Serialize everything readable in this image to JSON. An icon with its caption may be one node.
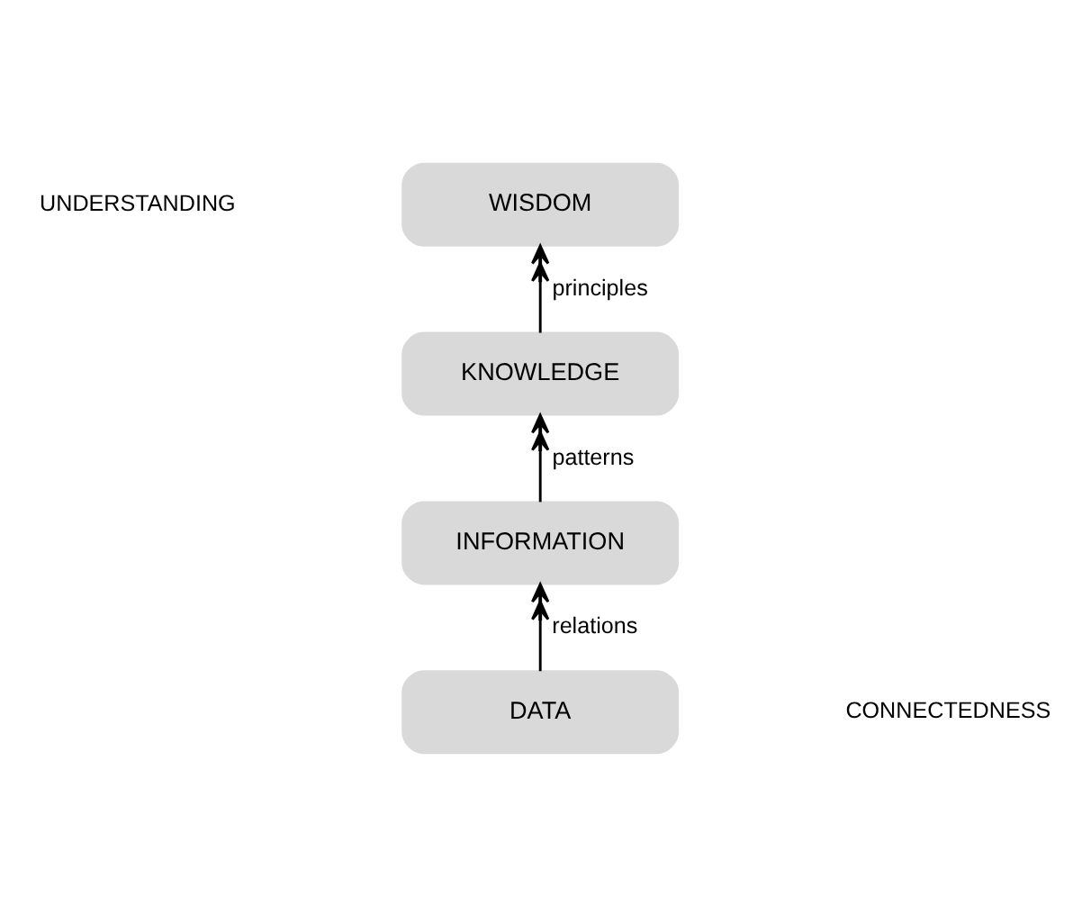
{
  "diagram": {
    "nodes": [
      {
        "text": [
          "DATA"
        ]
      },
      {
        "text": [
          "INFORMATION"
        ]
      },
      {
        "text": [
          "KNOWLEDGE"
        ]
      },
      {
        "text": [
          "WISDOM"
        ]
      }
    ],
    "edges": [
      {
        "from": 0,
        "to": 1,
        "arrow": "to",
        "label": "relations"
      },
      {
        "from": 1,
        "to": 2,
        "arrow": "to",
        "label": "patterns"
      },
      {
        "from": 2,
        "to": 3,
        "arrow": "to",
        "label": "principles"
      }
    ],
    "labels": [
      "UNDERSTANDING",
      "CONNECTEDNESS"
    ]
  }
}
